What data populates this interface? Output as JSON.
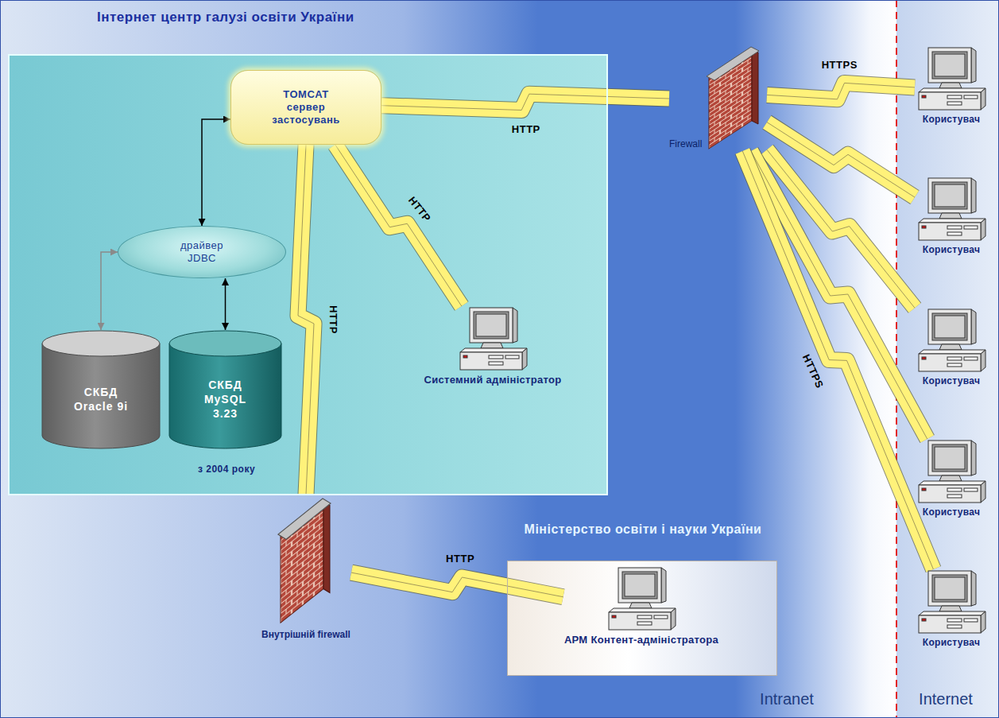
{
  "diagram": {
    "nodes": [
      {
        "text": [
          "Інтернет центр галузі освіти України"
        ]
      },
      {
        "text": [
          "TOMCAT сервер застосувань"
        ],
        "in": 0
      },
      {
        "text": [
          "драйвер JDBC"
        ],
        "in": 0
      },
      {
        "text": [
          "СКБД Oracle 9i"
        ],
        "in": 0
      },
      {
        "text": [
          "СКБД MySQL 3.23"
        ],
        "in": 0
      },
      {
        "text": [
          "Системний адміністратор"
        ],
        "in": 0
      },
      {
        "text": [
          "Firewall"
        ]
      },
      {
        "text": [
          "Користувач"
        ]
      },
      {
        "text": [
          "Користувач"
        ]
      },
      {
        "text": [
          "Користувач"
        ]
      },
      {
        "text": [
          "Користувач"
        ]
      },
      {
        "text": [
          "Користувач"
        ]
      },
      {
        "text": [
          "Внутрішній firewall"
        ]
      },
      {
        "text": [
          "Міністерство освіти і науки України"
        ]
      },
      {
        "text": [
          "АРМ Контент-адміністратора"
        ],
        "in": 13
      }
    ],
    "edges": [
      {
        "from": 1,
        "to": 2,
        "arrow": "both"
      },
      {
        "from": 2,
        "to": 4,
        "arrow": "both"
      },
      {
        "from": 2,
        "to": 3,
        "arrow": "both"
      },
      {
        "from": 1,
        "to": 6,
        "label": "HTTP",
        "arrow": "none"
      },
      {
        "from": 6,
        "to": 7,
        "label": "HTTPS",
        "arrow": "none"
      },
      {
        "from": 6,
        "to": 8,
        "arrow": "none"
      },
      {
        "from": 6,
        "to": 9,
        "arrow": "none"
      },
      {
        "from": 6,
        "to": 10,
        "arrow": "none"
      },
      {
        "from": 6,
        "to": 11,
        "label": "HTTPS",
        "arrow": "none"
      },
      {
        "from": 1,
        "to": 5,
        "label": "HTTP",
        "arrow": "none"
      },
      {
        "from": 1,
        "to": 12,
        "label": "HTTP",
        "arrow": "none"
      },
      {
        "from": 12,
        "to": 14,
        "label": "HTTP",
        "arrow": "none"
      }
    ],
    "labels": [
      "з 2004 року",
      "Intranet",
      "Internet"
    ]
  }
}
